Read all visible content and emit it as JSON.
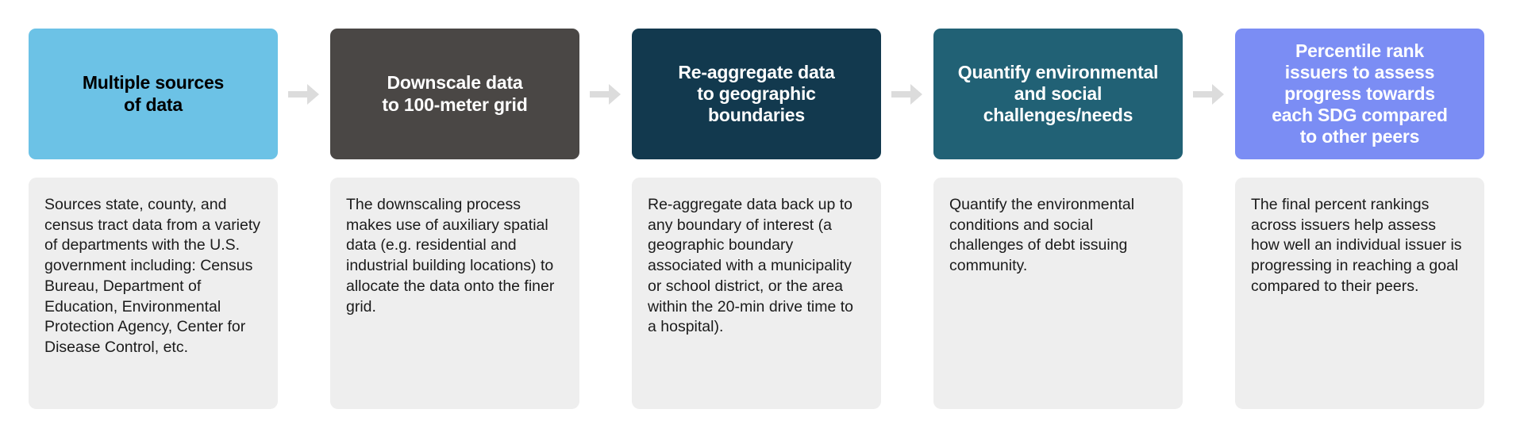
{
  "theme": {
    "page_background": "#ffffff",
    "description_background": "#eeeeee",
    "description_text": "#1b1b1b",
    "arrow_color": "#dcdcdc"
  },
  "diagram": {
    "type": "process-flow",
    "orientation": "left-to-right",
    "step_count": 5,
    "steps": [
      {
        "index": 1,
        "title": "Multiple sources\nof data",
        "title_color": "#000000",
        "header_color": "#6cc2e6",
        "description": "Sources state, county, and census tract data from a variety of departments with the U.S. government including: Census Bureau, Department of Education, Environmental Protection Agency, Center for Disease Control, etc."
      },
      {
        "index": 2,
        "title": "Downscale data\nto 100-meter grid",
        "title_color": "#ffffff",
        "header_color": "#4a4745",
        "description": "The downscaling process makes use of auxiliary spatial data (e.g. residential and industrial building locations) to allocate the data onto the finer grid."
      },
      {
        "index": 3,
        "title": "Re-aggregate data\nto geographic\nboundaries",
        "title_color": "#ffffff",
        "header_color": "#12394e",
        "description": "Re-aggregate data back up to any boundary of interest (a geographic boundary associated with a municipality or school district, or the area within the 20-min drive time to a hospital)."
      },
      {
        "index": 4,
        "title": "Quantify environmental\nand social\nchallenges/needs",
        "title_color": "#ffffff",
        "header_color": "#216175",
        "description": "Quantify the environmental conditions and social challenges of debt issuing community."
      },
      {
        "index": 5,
        "title": "Percentile rank\nissuers to assess\nprogress towards\neach SDG compared\nto other peers",
        "title_color": "#ffffff",
        "header_color": "#7b8df4",
        "description": "The final percent rankings across issuers help assess how well an individual issuer is progressing in reaching a goal compared to their peers."
      }
    ],
    "connectors": [
      {
        "index": 1,
        "icon": "arrow-right-icon",
        "from_step": 1,
        "to_step": 2
      },
      {
        "index": 2,
        "icon": "arrow-right-icon",
        "from_step": 2,
        "to_step": 3
      },
      {
        "index": 3,
        "icon": "arrow-right-icon",
        "from_step": 3,
        "to_step": 4
      },
      {
        "index": 4,
        "icon": "arrow-right-icon",
        "from_step": 4,
        "to_step": 5
      }
    ]
  }
}
